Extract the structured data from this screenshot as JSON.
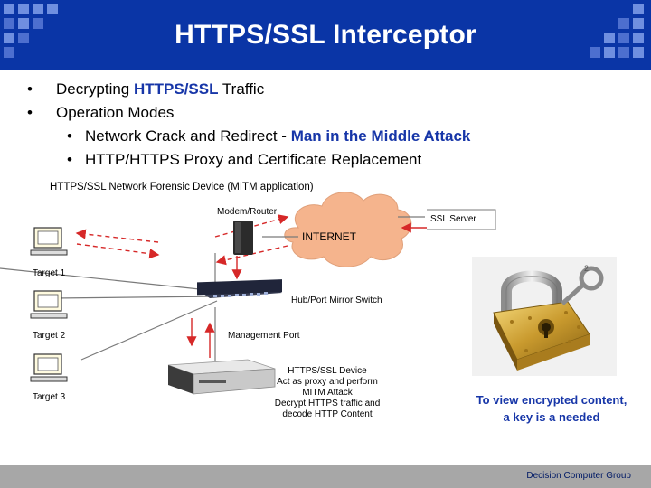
{
  "slide": {
    "title": "HTTPS/SSL Interceptor",
    "bullets": {
      "b1_prefix": "Decrypting ",
      "b1_highlight": "HTTPS/SSL",
      "b1_suffix": " Traffic",
      "b2": "Operation Modes",
      "b3_prefix": "Network Crack and Redirect - ",
      "b3_highlight": "Man in the Middle Attack",
      "b4": "HTTP/HTTPS Proxy and Certificate Replacement"
    },
    "bullet_glyph": "•"
  },
  "diagram": {
    "title": "HTTPS/SSL Network Forensic Device (MITM application)",
    "modem_router": "Modem/Router",
    "internet": "INTERNET",
    "ssl_server": "SSL Server",
    "target1": "Target 1",
    "target2": "Target 2",
    "target3": "Target 3",
    "switch": "Hub/Port Mirror Switch",
    "mgmt_port": "Management Port",
    "device_lines": [
      "HTTPS/SSL Device",
      "Act as proxy and perform",
      "MITM Attack",
      "Decrypt HTTPS traffic and",
      "decode HTTP Content"
    ],
    "icons": [
      "computer-icon",
      "router-icon",
      "switch-icon",
      "server-icon",
      "cloud-icon",
      "padlock-icon",
      "key-icon"
    ]
  },
  "lock_caption": {
    "line1": "To view encrypted content,",
    "line2": "a key is a needed"
  },
  "footer": "Decision Computer Group",
  "colors": {
    "header": "#0a35a6",
    "accent_text": "#1736a8",
    "internet_cloud": "#f5b48d",
    "arrow_red": "#d62828",
    "footer": "#a7a7a7"
  }
}
